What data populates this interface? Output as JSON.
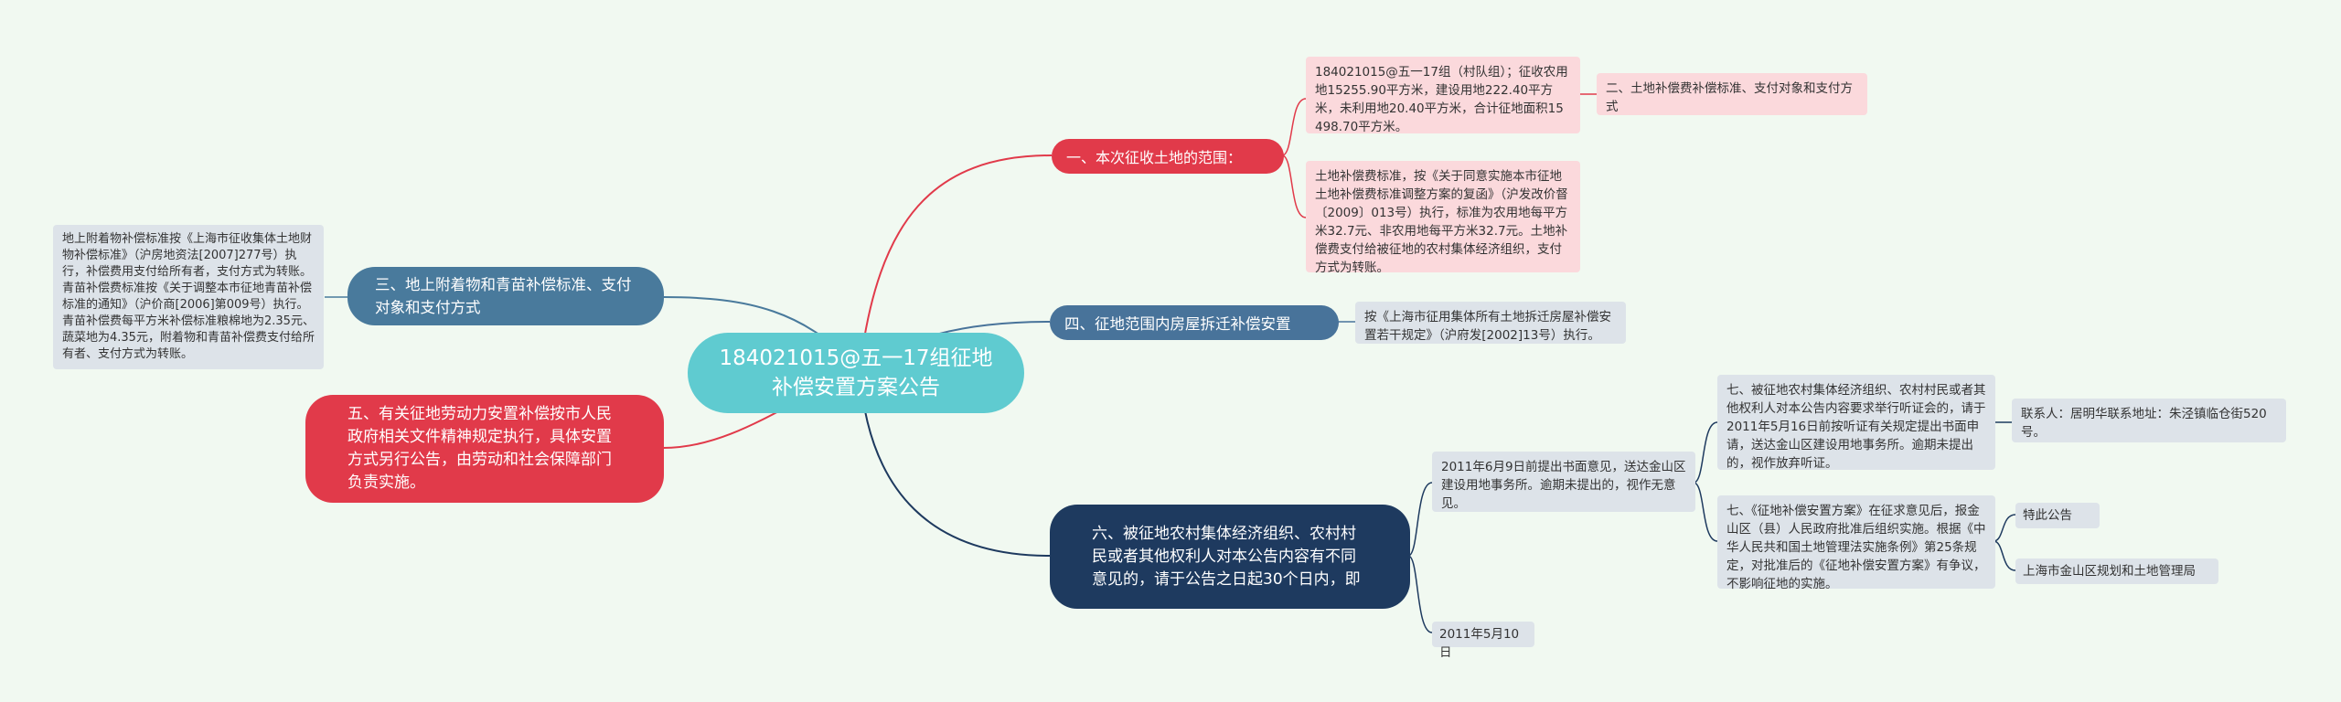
{
  "center": "184021015@五一17组征地补偿安置方案公告",
  "branches": {
    "b1": {
      "label": "一、本次征收土地的范围：",
      "notes": [
        "184021015@五一17组（村队组）；征收农用地15255.90平方米，建设用地222.40平方米，未利用地20.40平方米，合计征地面积15498.70平方米。",
        "土地补偿费标准，按《关于同意实施本市征地土地补偿费标准调整方案的复函》（沪发改价督〔2009〕013号）执行，标准为农用地每平方米32.7元、非农用地每平方米32.7元。土地补偿费支付给被征地的农村集体经济组织，支付方式为转账。"
      ],
      "sub": "二、土地补偿费补偿标准、支付对象和支付方式"
    },
    "b3": {
      "label": "三、地上附着物和青苗补偿标准、支付对象和支付方式",
      "note": "地上附着物补偿标准按《上海市征收集体土地财物补偿标准》（沪房地资法[2007]277号）执行，补偿费用支付给所有者，支付方式为转账。青苗补偿费标准按《关于调整本市征地青苗补偿标准的通知》（沪价商[2006]第009号）执行。青苗补偿费每平方米补偿标准粮棉地为2.35元、蔬菜地为4.35元，附着物和青苗补偿费支付给所有者、支付方式为转账。"
    },
    "b4": {
      "label": "四、征地范围内房屋拆迁补偿安置",
      "note": "按《上海市征用集体所有土地拆迁房屋补偿安置若干规定》（沪府发[2002]13号）执行。"
    },
    "b5": {
      "label": "五、有关征地劳动力安置补偿按市人民政府相关文件精神规定执行，具体安置方式另行公告，由劳动和社会保障部门负责实施。"
    },
    "b6": {
      "label": "六、被征地农村集体经济组织、农村村民或者其他权利人对本公告内容有不同意见的，请于公告之日起30个日内，即",
      "n1": "2011年6月9日前提出书面意见，送达金山区建设用地事务所。逾期未提出的，视作无意见。",
      "n1a": "七、被征地农村集体经济组织、农村村民或者其他权利人对本公告内容要求举行听证会的，请于2011年5月16日前按听证有关规定提出书面申请，送达金山区建设用地事务所。逾期未提出的，视作放弃听证。",
      "n1a1": "联系人：居明华联系地址：朱泾镇临仓街520号。",
      "n1b": "七、《征地补偿安置方案》在征求意见后，报金山区（县）人民政府批准后组织实施。根据《中华人民共和国土地管理法实施条例》第25条规定，对批准后的《征地补偿安置方案》有争议，不影响征地的实施。",
      "n1b1": "特此公告",
      "n1b2": "上海市金山区规划和土地管理局",
      "n2": "2011年5月10日"
    }
  },
  "colors": {
    "center": "#5fcbd0",
    "red": "#e13a4a",
    "steel": "#497a9c",
    "navy": "#1e3a5f",
    "pink_note": "#fbd9dc",
    "gray_note": "#dde3e9"
  }
}
